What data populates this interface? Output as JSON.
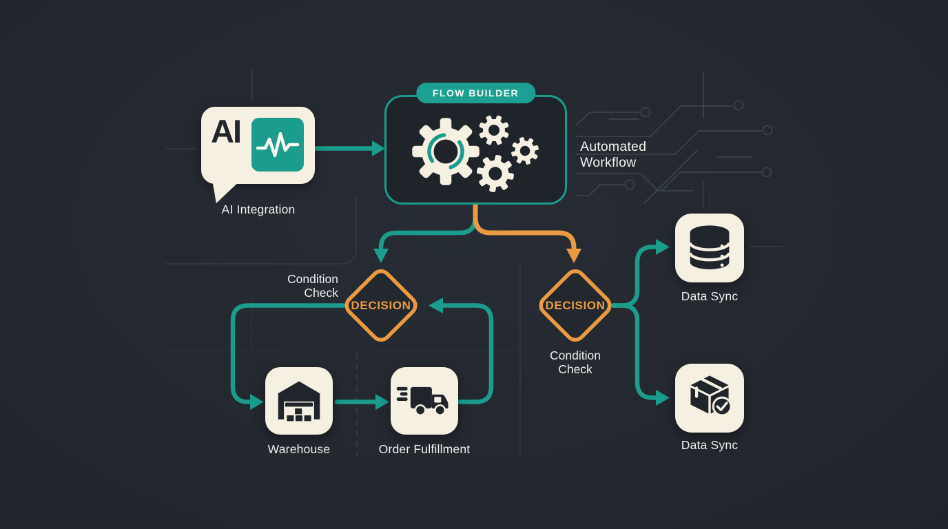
{
  "palette": {
    "background": "#23272e",
    "panel": "#1f242b",
    "teal": "#1b9c8d",
    "orange": "#ea9b41",
    "cream": "#f5f0e1",
    "icon_ink": "#20252b",
    "text": "#edefec",
    "trace_gray": "#3e4550"
  },
  "icons": {
    "ai_integration": "chat-bubble-with-pulse-waveform",
    "flow_builder": "gears",
    "warehouse": "warehouse-building",
    "order_fulfillment": "delivery-truck",
    "data_sync_top": "database-cylinder",
    "data_sync_bottom": "package-with-check",
    "background": "circuit-traces"
  },
  "nodes": {
    "ai_integration": {
      "badge": "AI",
      "label": "AI Integration"
    },
    "flow_builder": {
      "title": "FLOW BUILDER"
    },
    "automated_workflow": {
      "line1": "Automated",
      "line2": "Workflow"
    },
    "decision_left": {
      "label": "DECISION",
      "caption1": "Condition",
      "caption2": "Check"
    },
    "decision_right": {
      "label": "DECISION",
      "caption1": "Condition",
      "caption2": "Check"
    },
    "warehouse": {
      "label": "Warehouse"
    },
    "order_fulfillment": {
      "label": "Order Fulfillment"
    },
    "data_sync_top": {
      "label": "Data Sync"
    },
    "data_sync_bottom": {
      "label": "Data Sync"
    }
  }
}
